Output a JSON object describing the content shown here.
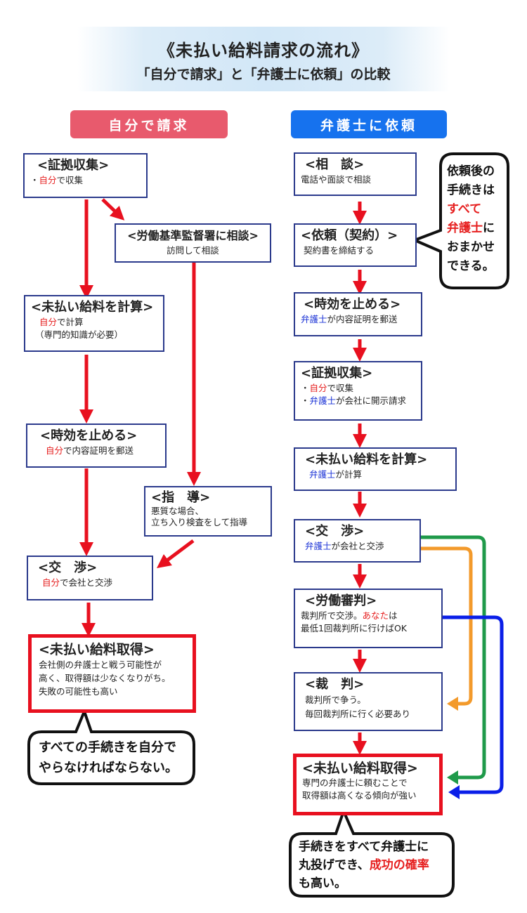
{
  "header": {
    "title": "《未払い給料請求の流れ》",
    "subtitle": "「自分で請求」と「弁護士に依頼」の比較"
  },
  "colors": {
    "self_header": "#e85a6d",
    "lawyer_header": "#1672ee",
    "box_border": "#2b3a8c",
    "arrow": "#e8101f",
    "green_path": "#1f9a4a",
    "orange_path": "#f39a2b",
    "blue_path": "#0a1ee8"
  },
  "self": {
    "header": "自分で請求",
    "evidence": {
      "heading": "<証拠収集>",
      "bullet": "・",
      "who": "自分",
      "rest": "で収集"
    },
    "labor_office": {
      "heading": "<労働基準監督署に相談>",
      "line": "訪問して相談"
    },
    "calc": {
      "heading": "<未払い給料を計算>",
      "who": "自分",
      "rest": "で計算",
      "line2": "（専門的知識が必要）"
    },
    "stop": {
      "heading": "<時効を止める>",
      "who": "自分",
      "rest": "で内容証明を郵送"
    },
    "guidance": {
      "heading": "<指　導>",
      "line1": "悪質な場合、",
      "line2": "立ち入り検査をして指導"
    },
    "negotiation": {
      "heading": "<交　渉>",
      "who": "自分",
      "rest": "で会社と交渉"
    },
    "result": {
      "heading": "<未払い給料取得>",
      "line1": "会社側の弁護士と戦う可能性が",
      "line2": "高く、取得額は少なくなりがち。",
      "line3": "失敗の可能性も高い"
    },
    "bubble": {
      "line1": "すべての手続きを自分で",
      "line2": "やらなければならない。"
    }
  },
  "lawyer": {
    "header": "弁護士に依頼",
    "consult": {
      "heading": "<相　談>",
      "line": "電話や面談で相談"
    },
    "contract": {
      "heading": "<依頼（契約）>",
      "line": "契約書を締結する"
    },
    "stop": {
      "heading": "<時効を止める>",
      "who": "弁護士",
      "rest": "が内容証明を郵送"
    },
    "evidence": {
      "heading": "<証拠収集>",
      "bullet": "・",
      "who1": "自分",
      "rest1": "で収集",
      "who2": "弁護士",
      "rest2": "が会社に開示請求"
    },
    "calc": {
      "heading": "<未払い給料を計算>",
      "who": "弁護士",
      "rest": "が計算"
    },
    "negotiation": {
      "heading": "<交　渉>",
      "who": "弁護士",
      "rest": "が会社と交渉"
    },
    "tribunal": {
      "heading": "<労働審判>",
      "line1a": "裁判所で交渉。",
      "line1b": "あなた",
      "line1c": "は",
      "line2": "最低1回裁判所に行けばOK"
    },
    "trial": {
      "heading": "<裁　判>",
      "line1": "裁判所で争う。",
      "line2": "毎回裁判所に行く必要あり"
    },
    "result": {
      "heading": "<未払い給料取得>",
      "line1": "専門の弁護士に頼むことで",
      "line2": "取得額は高くなる傾向が強い"
    },
    "side_bubble": {
      "l1": "依頼後の",
      "l2": "手続きは",
      "l3": "すべて",
      "l4a": "弁護士",
      "l4b": "に",
      "l5": "おまかせ",
      "l6": "できる。"
    },
    "bubble": {
      "line1": "手続きをすべて弁護士に",
      "line2a": "丸投げでき、",
      "line2b": "成功の確率",
      "line3": "も高い。"
    }
  }
}
